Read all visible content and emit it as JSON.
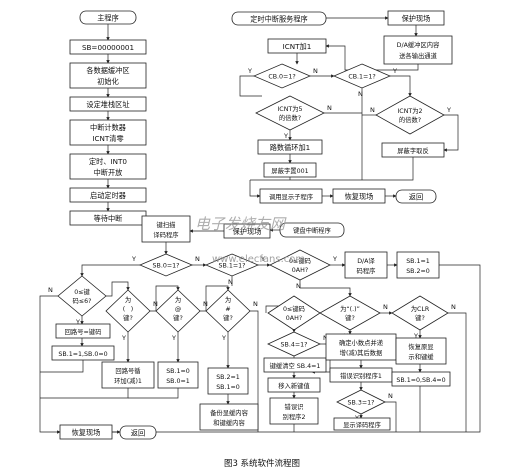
{
  "main_program": {
    "start": "主程序",
    "steps": [
      "SB=00000001",
      "各数据缓冲区",
      "初始化",
      "设定堆栈区址",
      "中断计数器",
      "ICNT清零",
      "定时、INT0",
      "中断开放",
      "启动定时器",
      "等待中断"
    ]
  },
  "timer_isr": {
    "start": "定时中断服务程序",
    "protect": "保护现场",
    "icnt_inc": "ICNT加1",
    "da_out": [
      "D/A缓冲区内容",
      "送各输出通道"
    ],
    "cb0": "CB.0=1?",
    "cb1": "CB.1=1?",
    "icnt_mul5": [
      "ICNT为5",
      "的倍数?"
    ],
    "icnt_mul2": [
      "ICNT为2",
      "的倍数?"
    ],
    "road_loop": "路数循环加1",
    "mask_001": "屏蔽字置001",
    "mask_inv": "屏蔽字取反",
    "call_display": "调用显示子程序",
    "restore": "恢复现场",
    "ret": "返回"
  },
  "key_isr": {
    "scan": [
      "键扫描",
      "译码程序"
    ],
    "protect": "保护现场",
    "start": "键盘中断程序",
    "sb0": "SB.0=1?",
    "sb1": "SB.1=1?",
    "is_digit": [
      "0≤键码",
      "0AH?"
    ],
    "da_translate": [
      "D/A译",
      "码程序"
    ],
    "sb_set": [
      "SB.1=1",
      "SB.2=0"
    ],
    "range_key": [
      "0≤键",
      "码≤6?"
    ],
    "paren_key": [
      "为",
      "(",
      ")",
      "键?"
    ],
    "at_key": [
      "为",
      "@",
      "键?"
    ],
    "hash_key": [
      "为",
      "#",
      "键?"
    ],
    "dot_key": [
      "为“(.)”",
      "键?"
    ],
    "clr_key": [
      "为CLR",
      "键?"
    ],
    "road_num": "回路号=键码",
    "sb_reset": "SB.1=1,SB.0=0",
    "road_cycle": [
      "回路号循",
      "环加(减)1"
    ],
    "sb10": [
      "SB.1=0",
      "SB.0=1"
    ],
    "sb21": [
      "SB.2=1",
      "SB.1=0"
    ],
    "sb4": "SB.4=1?",
    "decimal": [
      "确定小数点并递",
      "增(减)其后数据"
    ],
    "restore_disp": [
      "恢复原显",
      "示和键缓"
    ],
    "sb0_clr": "SB.1=0,SB.4=0",
    "key_clear": "键缓清空 SB.4=1",
    "err_id": "错误识别程序1",
    "move_key": "移入新键值",
    "sb3": "SB.3=1?",
    "err2": [
      "错误识",
      "别程序2"
    ],
    "save_disp": [
      "备份显缓内容",
      "和键缓内容"
    ],
    "show_trans": "显示译码程序",
    "restore": "恢复现场",
    "ret": "返回",
    "yes": "Y",
    "no": "N"
  },
  "watermark": {
    "brand": "电子发烧友网",
    "url": "www.elecfans.com"
  },
  "caption": "图3  系统软件流程图"
}
